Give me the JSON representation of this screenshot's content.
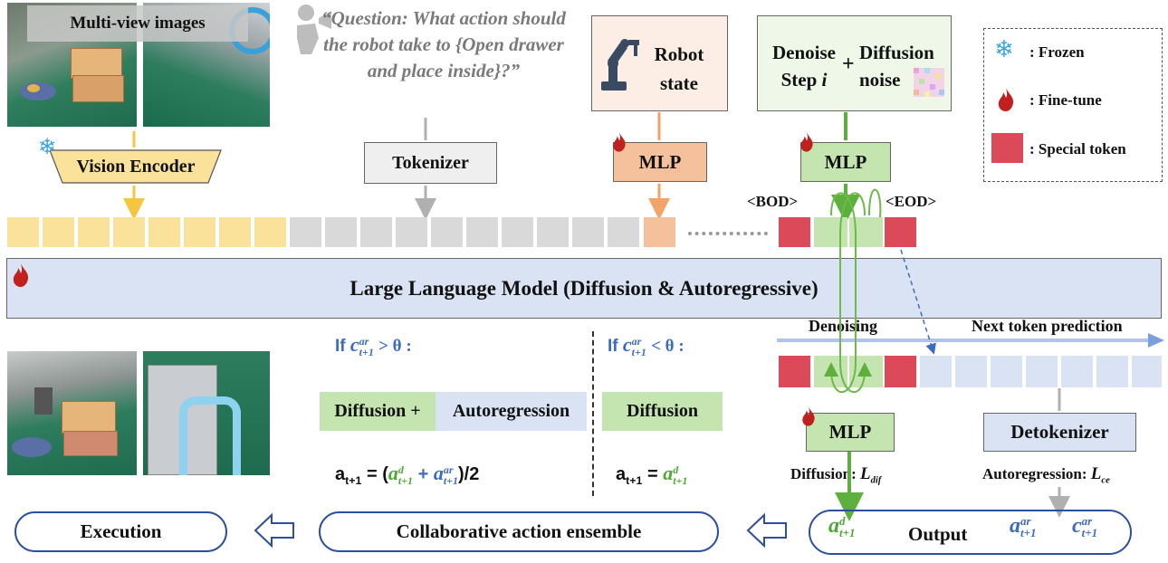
{
  "inputs": {
    "images_title": "Multi-view images",
    "question": "“Question: What action should the robot take to {Open drawer and place inside}?”",
    "robot_state": "Robot state",
    "denoise_step": "Denoise Step",
    "denoise_var": "i",
    "plus": "+",
    "diffusion_noise": "Diffusion noise"
  },
  "encoders": {
    "vision": "Vision Encoder",
    "tokenizer": "Tokenizer",
    "mlp_state": "MLP",
    "mlp_noise": "MLP"
  },
  "tokens": {
    "bod": "<BOD>",
    "eod": "<EOD>"
  },
  "llm": {
    "title": "Large Language Model (Diffusion & Autoregressive)"
  },
  "legend": {
    "frozen": ": Frozen",
    "finetune": ": Fine-tune",
    "special": ": Special token"
  },
  "decode": {
    "denoising": "Denoising",
    "next_token": "Next token prediction",
    "mlp": "MLP",
    "detokenizer": "Detokenizer",
    "loss_dif_label": "Diffusion:",
    "loss_dif_sym": "L",
    "loss_dif_sub": "dif",
    "loss_ce_label": "Autoregression:",
    "loss_ce_sym": "L",
    "loss_ce_sub": "ce"
  },
  "ensemble": {
    "cond1_prefix": "If",
    "cond1_op": "> θ :",
    "cond2_prefix": "If",
    "cond2_op": "< θ :",
    "c_sym": "c",
    "ar_sup": "ar",
    "t1_sub": "t+1",
    "d_sup": "d",
    "a_sym": "a",
    "diffusion": "Diffusion",
    "plus": "+",
    "autoregression": "Autoregression",
    "diffusion_only": "Diffusion",
    "formula1_lhs": "a",
    "formula1_eq": "= (",
    "formula1_plus": "+",
    "formula1_tail": ")/2",
    "formula2_lhs": "a",
    "formula2_eq": "="
  },
  "bottom": {
    "execution": "Execution",
    "collab": "Collaborative action ensemble",
    "output": "Output"
  },
  "colors": {
    "vision": "#FAE29A",
    "gray": "#D9D9D9",
    "peach": "#F5C09C",
    "special": "#DC4A5A",
    "green": "#C5E5B0",
    "lightblue": "#DAE3F3",
    "llm": "#DAE3F3",
    "blue_text": "#3E6BC2",
    "green_text": "#4FA834",
    "frozen_icon": "#3BA5E0",
    "fire_icon": "#C0201E"
  },
  "icons": [
    "snowflake-icon",
    "fire-icon",
    "robot-arm-icon",
    "speaker-person-icon",
    "left-arrow-icon"
  ]
}
